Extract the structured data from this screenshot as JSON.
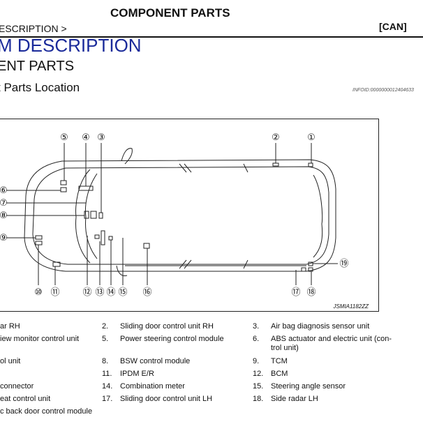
{
  "header": {
    "title": "COMPONENT PARTS",
    "breadcrumb": "ESCRIPTION >",
    "section_code": "[CAN]"
  },
  "headings": {
    "main": "M DESCRIPTION",
    "sub": "ENT PARTS",
    "section": "t Parts Location",
    "info_id": "INFOID:0000000012404633"
  },
  "figure": {
    "code": "JSMIA1182ZZ",
    "callouts": [
      "①",
      "②",
      "③",
      "④",
      "⑤",
      "⑥",
      "⑦",
      "⑧",
      "⑨",
      "⑩",
      "⑪",
      "⑫",
      "⑬",
      "⑭",
      "⑮",
      "⑯",
      "⑰",
      "⑱",
      "⑲"
    ]
  },
  "legend": {
    "items": [
      {
        "num": "",
        "text": "ar RH"
      },
      {
        "num": "2.",
        "text": "Sliding door control unit RH"
      },
      {
        "num": "3.",
        "text": "Air bag diagnosis sensor unit"
      },
      {
        "num": "",
        "text": "iew monitor control unit"
      },
      {
        "num": "5.",
        "text": "Power steering control module"
      },
      {
        "num": "6.",
        "text": "ABS actuator and electric unit (con-"
      },
      {
        "num": "",
        "text": "trol unit)"
      },
      {
        "num": "",
        "text": "ol unit"
      },
      {
        "num": "8.",
        "text": "BSW control module"
      },
      {
        "num": "9.",
        "text": "TCM"
      },
      {
        "num": "11.",
        "text": "IPDM E/R"
      },
      {
        "num": "12.",
        "text": "BCM"
      },
      {
        "num": "",
        "text": "connector"
      },
      {
        "num": "14.",
        "text": "Combination meter"
      },
      {
        "num": "15.",
        "text": "Steering angle sensor"
      },
      {
        "num": "",
        "text": "eat control unit"
      },
      {
        "num": "17.",
        "text": "Sliding door control unit LH"
      },
      {
        "num": "18.",
        "text": "Side radar LH"
      },
      {
        "num": "",
        "text": "c back door control module"
      }
    ]
  }
}
